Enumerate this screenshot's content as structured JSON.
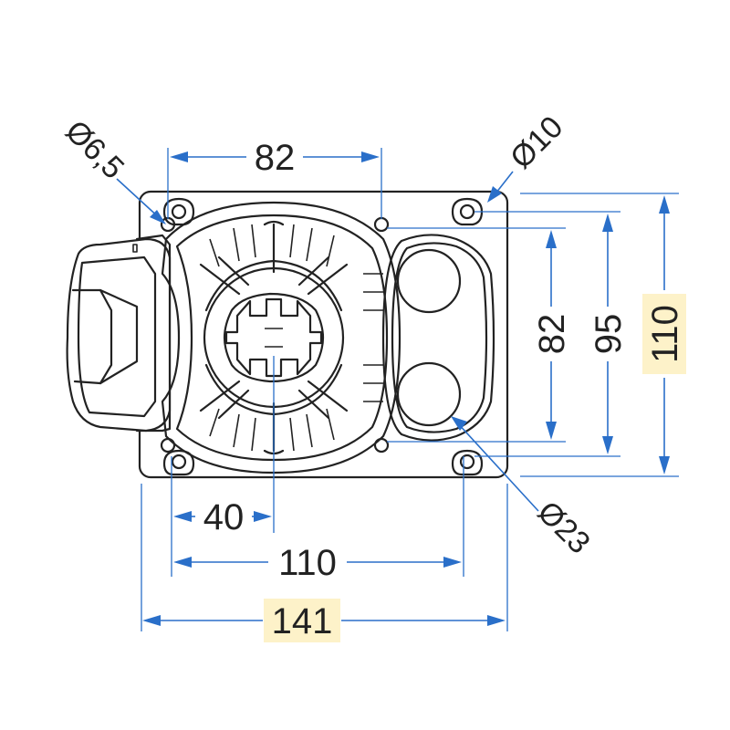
{
  "colors": {
    "dimension": "#2a6fc9",
    "outline": "#222222",
    "highlight": "#fdf2c9",
    "background": "#ffffff"
  },
  "dimensions": {
    "hole_spacing_top": "82",
    "hole_diameter_small": "Ø6,5",
    "hole_diameter_slot": "Ø10",
    "vertical_inner": "82",
    "vertical_slots": "95",
    "plate_height": "110",
    "wheel_diameter": "Ø23",
    "offset_left": "40",
    "slot_spacing": "110",
    "plate_width": "141"
  }
}
